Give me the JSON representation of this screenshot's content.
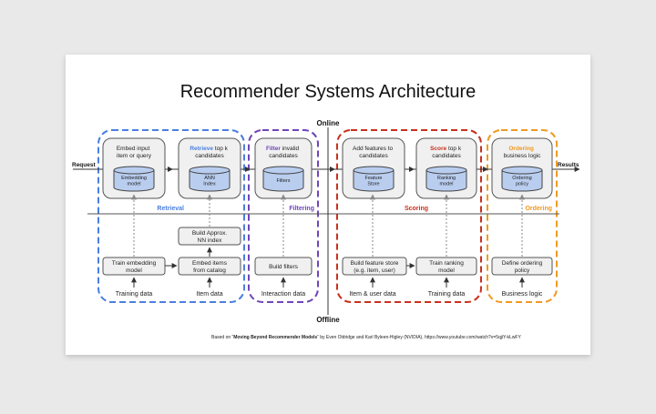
{
  "title": "Recommender Systems Architecture",
  "labels": {
    "online": "Online",
    "offline": "Offline",
    "request": "Request",
    "results": "Results"
  },
  "stages": {
    "retrieval": {
      "name": "Retrieval",
      "color": "#4a7fe0",
      "embed_line1": "Embed input",
      "embed_line2": "item or query",
      "embed_db_line1": "Embedding",
      "embed_db_line2": "model",
      "retrieve_keyword": "Retrieve",
      "retrieve_rest": " top k",
      "retrieve_line2": "candidates",
      "ann_db_line1": "ANN",
      "ann_db_line2": "Index",
      "build_ann_line1": "Build Approx.",
      "build_ann_line2": "NN index",
      "train_embed_line1": "Train embedding",
      "train_embed_line2": "model",
      "embed_items_line1": "Embed items",
      "embed_items_line2": "from catalog",
      "data1": "Training data",
      "data2": "Item data"
    },
    "filtering": {
      "name": "Filtering",
      "color": "#6f46b8",
      "filter_keyword": "Filter",
      "filter_rest": " invalid",
      "filter_line2": "candidates",
      "db": "Filters",
      "build": "Build filters",
      "data": "Interaction data"
    },
    "scoring": {
      "name": "Scoring",
      "color": "#c9301d",
      "add_line1": "Add features to",
      "add_line2": "candidates",
      "fs_db_line1": "Feature",
      "fs_db_line2": "Store",
      "score_keyword": "Score",
      "score_rest": " top k",
      "score_line2": "candidates",
      "rank_db_line1": "Ranking",
      "rank_db_line2": "model",
      "build_fs_line1": "Build feature store",
      "build_fs_line2": "(e.g. item, user)",
      "train_rank_line1": "Train ranking",
      "train_rank_line2": "model",
      "data1": "Item & user data",
      "data2": "Training data"
    },
    "ordering": {
      "name": "Ordering",
      "color": "#ee9a22",
      "ord_keyword": "Ordering",
      "ord_line2": "business logic",
      "db_line1": "Ordering",
      "db_line2": "policy",
      "define_line1": "Define ordering",
      "define_line2": "policy",
      "data": "Business logic"
    }
  },
  "footer": {
    "prefix": "Based on “",
    "bold": "Moving Beyond Recommender Models",
    "suffix": "” by Even Oldridge and Karl Byleen-Higley (NVIDIA), https://www.youtube.com/watch?v=5qjiY-kLwFY"
  },
  "colors": {
    "box_fill": "#f0f0f0",
    "db_fill": "#b9cdef",
    "stroke": "#555555"
  }
}
